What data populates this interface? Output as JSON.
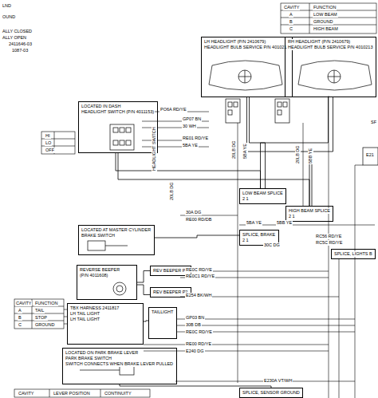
{
  "diagram": {
    "nodes": [
      {
        "text": [
          "LH HEADLIGHT (P/N 2410679)",
          "HEADLIGHT BULB SERVICE P/N 4010213"
        ]
      },
      {
        "text": [
          "RH HEADLIGHT (P/N 2410679)",
          "HEADLIGHT BULB SERVICE P/N 4010213"
        ]
      },
      {
        "text": [
          "LOCATED IN DASH",
          "HEADLIGHT SWITCH (P/N 4011153)"
        ]
      },
      {
        "text": [
          "LOW BEAM SPLICE",
          "2 1"
        ]
      },
      {
        "text": [
          "HIGH BEAM SPLICE",
          "2 1"
        ]
      },
      {
        "text": [
          "SPLICE, BRAKE",
          "2 1"
        ]
      },
      {
        "text": [
          "LOCATED AT MASTER CYLINDER",
          "BRAKE SWITCH"
        ]
      },
      {
        "text": [
          "REVERSE BEEPER",
          "(P/N 4011608)"
        ]
      },
      {
        "text": [
          "REV BEEPER P1"
        ]
      },
      {
        "text": [
          "REV BEEPER P2"
        ]
      },
      {
        "text": [
          "TBX HARNESS 2411817",
          "LH TAIL LIGHT",
          "LH TAIL LIGHT"
        ]
      },
      {
        "text": [
          "TAILLIGHT"
        ]
      },
      {
        "text": [
          "LOCATED ON PARK BRAKE LEVER",
          "PARK BRAKE SWITCH",
          "SWITCH CONNECTS WHEN BRAKE LEVER PULLED"
        ]
      },
      {
        "text": [
          "SPLICE, LIGHTS B"
        ]
      },
      {
        "text": [
          "SPLICE, SENSOR GROUND"
        ]
      }
    ],
    "edges": [
      {
        "from": 2,
        "to": 3,
        "arrow": "none"
      },
      {
        "from": 2,
        "to": 4,
        "arrow": "none"
      },
      {
        "from": 3,
        "to": 0,
        "arrow": "none"
      },
      {
        "from": 3,
        "to": 1,
        "arrow": "none"
      },
      {
        "from": 4,
        "to": 0,
        "arrow": "none"
      },
      {
        "from": 4,
        "to": 1,
        "arrow": "none"
      },
      {
        "from": 6,
        "to": 5,
        "arrow": "none"
      },
      {
        "from": 7,
        "to": 8,
        "arrow": "none"
      },
      {
        "from": 7,
        "to": 9,
        "arrow": "none"
      },
      {
        "from": 10,
        "to": 11,
        "arrow": "none"
      },
      {
        "from": 12,
        "to": 14,
        "arrow": "none"
      }
    ],
    "labels": [
      "LND",
      "OUND",
      "ALLY CLOSED",
      "ALLY OPEN",
      "2411646-03",
      "1087-03",
      "CAVITY",
      "FUNCTION",
      "A",
      "LOW BEAM",
      "B",
      "GROUND",
      "C",
      "HIGH BEAM",
      "HI",
      "LO",
      "OFF",
      "PO6A RD/YE",
      "GP07 BN",
      "30 WH",
      "RE01 RD/YE",
      "5BA YE",
      "HEADLIGHT SWITCH",
      "20LB DG",
      "20LB DG",
      "5BA YE",
      "20LB DG",
      "5BB YE",
      "5BA YE",
      "5BB YE",
      "30C DG",
      "30A DG",
      "RE00 RD/DB",
      "RE0C RD/YE",
      "RE0C1 RD/YE",
      "E254 BK/WH",
      "CAVITY",
      "FUNCTION",
      "A",
      "TAIL",
      "B",
      "STOP",
      "C",
      "GROUND",
      "GP03 BN",
      "30B DB",
      "RE0C RD/YE",
      "RE00 RD/YE",
      "E240 DG",
      "RC56 RD/YE",
      "RC5C RD/YE",
      "E230A VT/WH",
      "E21",
      "SF",
      "CAVITY",
      "LEVER POSITION",
      "CONTINUITY"
    ]
  }
}
